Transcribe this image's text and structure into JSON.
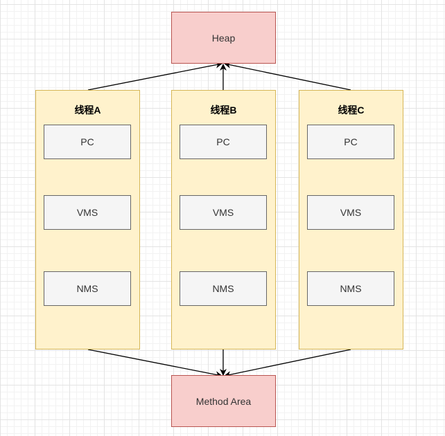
{
  "diagram": {
    "heap_label": "Heap",
    "method_area_label": "Method Area",
    "threads": [
      {
        "title": "线程A",
        "items": [
          "PC",
          "VMS",
          "NMS"
        ]
      },
      {
        "title": "线程B",
        "items": [
          "PC",
          "VMS",
          "NMS"
        ]
      },
      {
        "title": "线程C",
        "items": [
          "PC",
          "VMS",
          "NMS"
        ]
      }
    ]
  },
  "colors": {
    "storage_fill": "#f8cecc",
    "storage_stroke": "#b85450",
    "thread_fill": "#fff2cc",
    "thread_stroke": "#d6b656",
    "inner_fill": "#f5f5f5",
    "inner_stroke": "#666666"
  }
}
